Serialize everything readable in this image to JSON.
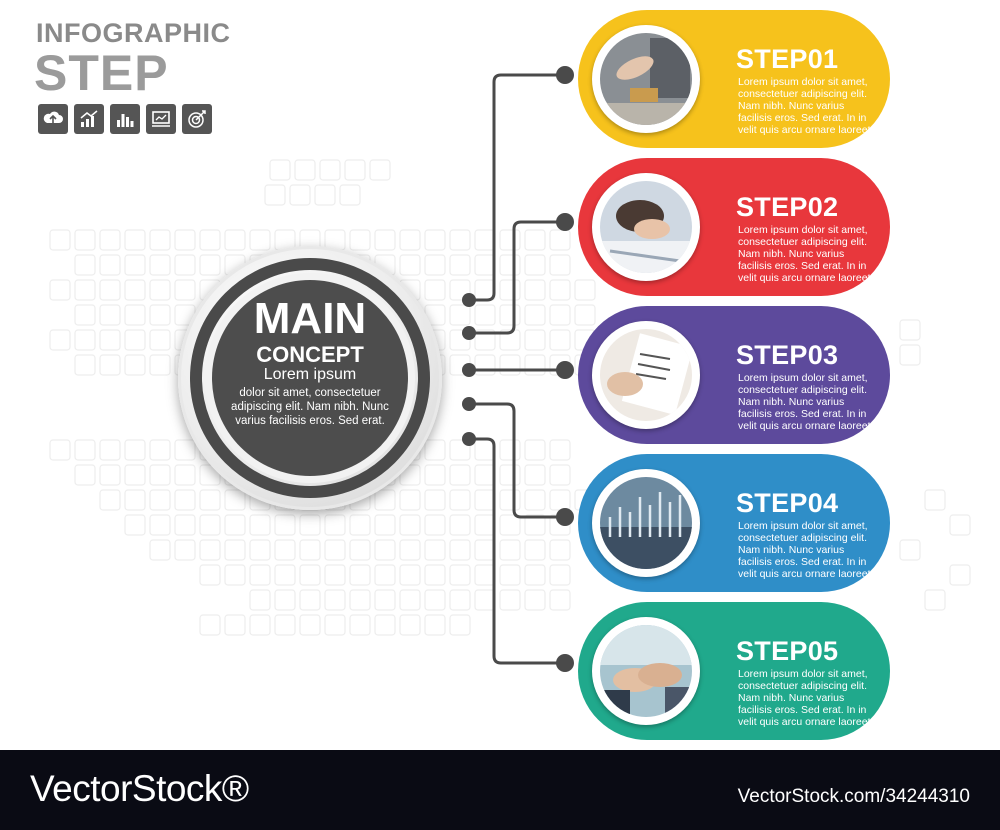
{
  "header": {
    "kicker": "INFOGRAPHIC",
    "title": "STEP",
    "icons": [
      "cloud-upload-icon",
      "growth-chart-icon",
      "bar-chart-icon",
      "presentation-icon",
      "target-icon"
    ]
  },
  "main": {
    "title": "MAIN",
    "subtitle": "CONCEPT",
    "lead": "Lorem ipsum",
    "body": "dolor sit amet, consectetuer adipiscing elit. Nam nibh. Nunc varius facilisis eros. Sed erat."
  },
  "steps": [
    {
      "title": "STEP01",
      "text": "Lorem ipsum dolor sit amet, consectetuer adipiscing elit. Nam nibh. Nunc varius facilisis eros. Sed erat. In in velit quis arcu ornare laoreet.",
      "color": "#f6c21c"
    },
    {
      "title": "STEP02",
      "text": "Lorem ipsum dolor sit amet, consectetuer adipiscing elit. Nam nibh. Nunc varius facilisis eros. Sed erat. In in velit quis arcu ornare laoreet.",
      "color": "#e8373c"
    },
    {
      "title": "STEP03",
      "text": "Lorem ipsum dolor sit amet, consectetuer adipiscing elit. Nam nibh. Nunc varius facilisis eros. Sed erat. In in velit quis arcu ornare laoreet.",
      "color": "#5d4a9c"
    },
    {
      "title": "STEP04",
      "text": "Lorem ipsum dolor sit amet, consectetuer adipiscing elit. Nam nibh. Nunc varius facilisis eros. Sed erat. In in velit quis arcu ornare laoreet.",
      "color": "#2f8ec8"
    },
    {
      "title": "STEP05",
      "text": "Lorem ipsum dolor sit amet, consectetuer adipiscing elit. Nam nibh. Nunc varius facilisis eros. Sed erat. In in velit quis arcu ornare laoreet.",
      "color": "#20a98c"
    }
  ],
  "footer": {
    "brand": "VectorStock®",
    "image_id": "VectorStock.com/34244310"
  }
}
